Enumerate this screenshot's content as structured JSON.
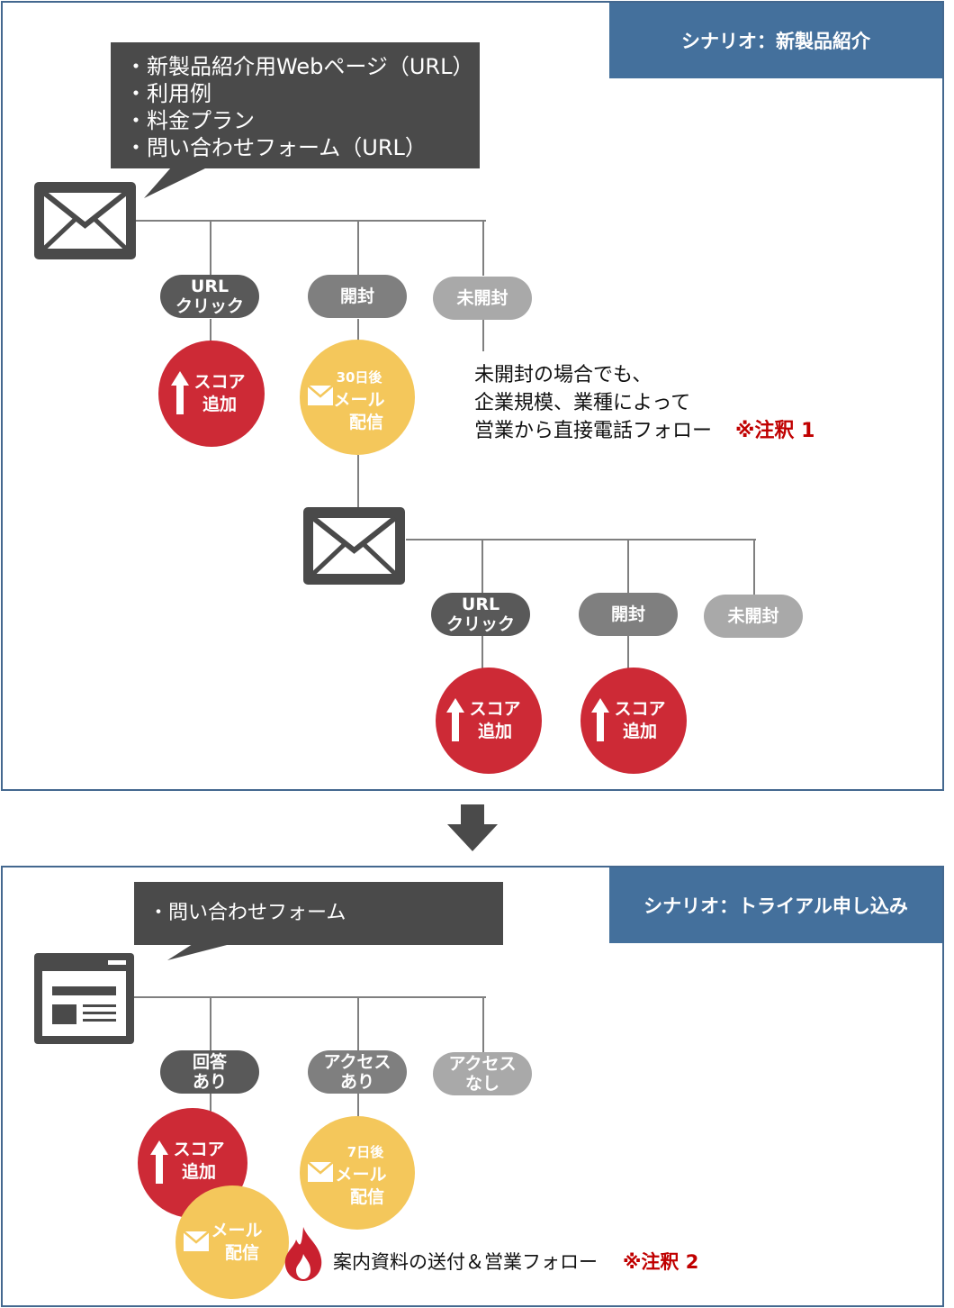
{
  "scenario1": {
    "title": "シナリオ：新製品紹介",
    "bubble_items": [
      "・新製品紹介用Webページ（URL）",
      "・利用例",
      "・料金プラン",
      "・問い合わせフォーム（URL）"
    ],
    "branch1": {
      "url_click": [
        "URL",
        "クリック"
      ],
      "opened": "開封",
      "unopened": "未開封",
      "score": [
        "スコア",
        "追加"
      ],
      "mail": [
        "30日後",
        "メール",
        "配信"
      ],
      "note_lines": [
        "未開封の場合でも、",
        "企業規模、業種によって",
        "営業から直接電話フォロー"
      ],
      "note_ref": "※注釈 1"
    },
    "branch2": {
      "url_click": [
        "URL",
        "クリック"
      ],
      "opened": "開封",
      "unopened": "未開封",
      "score_a": [
        "スコア",
        "追加"
      ],
      "score_b": [
        "スコア",
        "追加"
      ]
    }
  },
  "scenario2": {
    "title": "シナリオ：トライアル申し込み",
    "bubble_items": [
      "・問い合わせフォーム"
    ],
    "answered": [
      "回答",
      "あり"
    ],
    "access": [
      "アクセス",
      "あり"
    ],
    "no_access": [
      "アクセス",
      "なし"
    ],
    "score": [
      "スコア",
      "追加"
    ],
    "mail_7": [
      "7日後",
      "メール",
      "配信"
    ],
    "mail": [
      "メール",
      "配信"
    ],
    "note": "案内資料の送付＆営業フォロー",
    "note_ref": "※注釈 2"
  },
  "colors": {
    "title_bg": "#44709c",
    "red": "#cd2a36",
    "yellow": "#f4c75b",
    "dark": "#595959",
    "mid": "#7f7f7f",
    "light": "#a9a9a9",
    "note_red": "#c00000"
  },
  "icons": [
    "envelope-icon",
    "web-form-icon",
    "up-arrow-icon",
    "down-arrow-icon",
    "flame-icon"
  ]
}
